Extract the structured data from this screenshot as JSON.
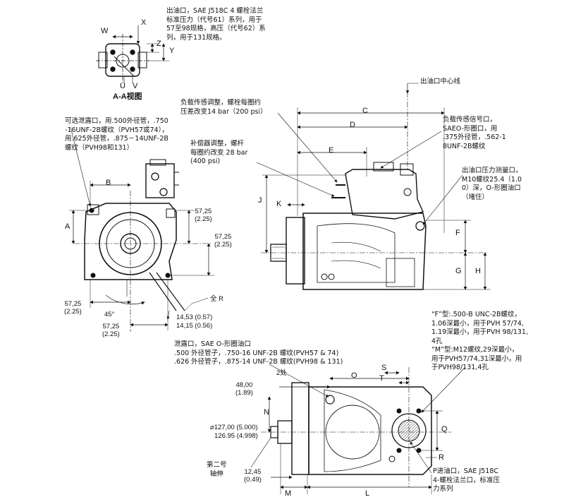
{
  "section_view": {
    "note": "出油口，SAE J518C 4 螺栓法兰\n标准压力（代号61）系列，用于\n57至98规格，高压（代号62）系\n列，用于131规格。",
    "title": "A-A视图",
    "letters": {
      "w": "W",
      "x": "X",
      "z": "Z",
      "y": "Y",
      "u": "U",
      "v": "V"
    }
  },
  "left_view": {
    "drain_note": "可选泄露口，用.500外径管，.750\n-16UNF-2B螺纹（PVH57或74），\n用.625外径管，.875－14UNF-2B\n螺纹（PVH98和131）",
    "dim_a": "A",
    "dim_b": "B",
    "dim_5725_top": "57,25\n(2.25)",
    "dim_5725_mid": "57,25\n(2.25)",
    "dim_5725_left": "57,25\n(2.25)",
    "dim_5725_bottom": "57,25\n(2.25)",
    "angle": "45°",
    "full_r": "全 R",
    "dim_1453": "14,53 (0.57)",
    "dim_1415": "14,15 (0.56)"
  },
  "right_view": {
    "load_sense_adjust": "负载传感调整，螺栓每圈约\n压差改变14 bar（200 psi）",
    "comp_adjust": "补偿器调整，螺杆\n每圈约改变 28 bar\n(400 psi)",
    "outlet_center": "出油口中心线",
    "signal_port": "负载传感信号口，\nSAEO-形圈口，用\n.375外径管，.562-1\n8UNF-2B螺纹",
    "gauge_port": "出油口压力测量口，\nM10螺纹25.4（1.0\n0）深，O-形圈油口\n（堵住）",
    "dims": {
      "c": "C",
      "d": "D",
      "e": "E",
      "j": "J",
      "k": "K",
      "f": "F",
      "g": "G",
      "h": "H"
    }
  },
  "bottom_view": {
    "drain_port_note": "泄露口，SAE O-形圈油口\n.500 外径管子，.750-16 UNF-2B 螺纹(PVH57 & 74)\n.626 外径管子，.875-14 UNF-2B 螺纹(PVH98 & 131)",
    "thread_note": "“F”型:.500-B UNC-2B螺纹，\n1.06深最小，用于PVH 57/74,\n1.19深最小，用于PVH 98/131,\n4孔\n“M”型:M12螺纹,29深最小，\n用于PVH57/74,31深最小，用\n于PVH98/131,4孔",
    "inlet_note": "P进油口，SAE J518C\n4-螺栓法兰口，标准压\n力系列",
    "two_places": "2处",
    "dim_4800": "48,00\n(1.89)",
    "dim_127": "⌀127,00 (5.000)",
    "dim_12695": "126.95 (4.998)",
    "dim_1245": "12,45\n(0.49)",
    "shaft_note": "第二号\n轴伸",
    "dims": {
      "n": "N",
      "o": "O",
      "s": "S",
      "t": "T",
      "q": "Q",
      "r": "R",
      "m": "M",
      "l": "L"
    }
  }
}
